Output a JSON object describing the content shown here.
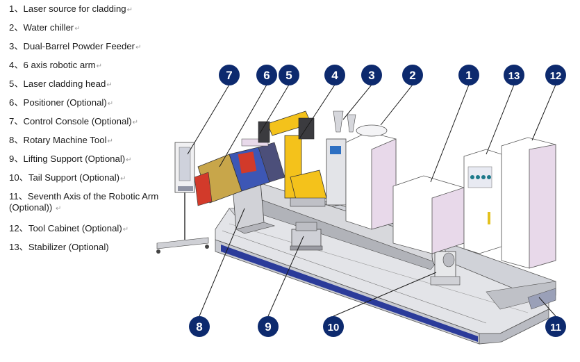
{
  "legend": [
    {
      "num": "1",
      "label": "Laser source for cladding"
    },
    {
      "num": "2",
      "label": "Water chiller"
    },
    {
      "num": "3",
      "label": "Dual-Barrel Powder Feeder"
    },
    {
      "num": "4",
      "label": "6 axis robotic arm"
    },
    {
      "num": "5",
      "label": "Laser cladding head"
    },
    {
      "num": "6",
      "label": "Positioner (Optional)"
    },
    {
      "num": "7",
      "label": "Control Console (Optional)"
    },
    {
      "num": "8",
      "label": "Rotary Machine Tool"
    },
    {
      "num": "9",
      "label": "Lifting Support (Optional)"
    },
    {
      "num": "10",
      "label": "Tail Support (Optional)"
    },
    {
      "num": "11",
      "label": "Seventh Axis of the Robotic Arm (Optional))"
    },
    {
      "num": "12",
      "label": "Tool Cabinet (Optional)"
    },
    {
      "num": "13",
      "label": "Stabilizer (Optional)"
    }
  ],
  "separator": "、",
  "return_mark": "↵",
  "callouts": [
    "7",
    "6",
    "5",
    "4",
    "3",
    "2",
    "1",
    "13",
    "12",
    "8",
    "9",
    "10",
    "11"
  ],
  "colors": {
    "callout_fill": "#0d2a6e",
    "base_blue": "#2b3b9a",
    "bed_grey": "#c7c9cf",
    "cabinet_lilac": "#e8d9ea",
    "robot_yellow": "#f4c21b",
    "positioner_red": "#d23a2a"
  }
}
